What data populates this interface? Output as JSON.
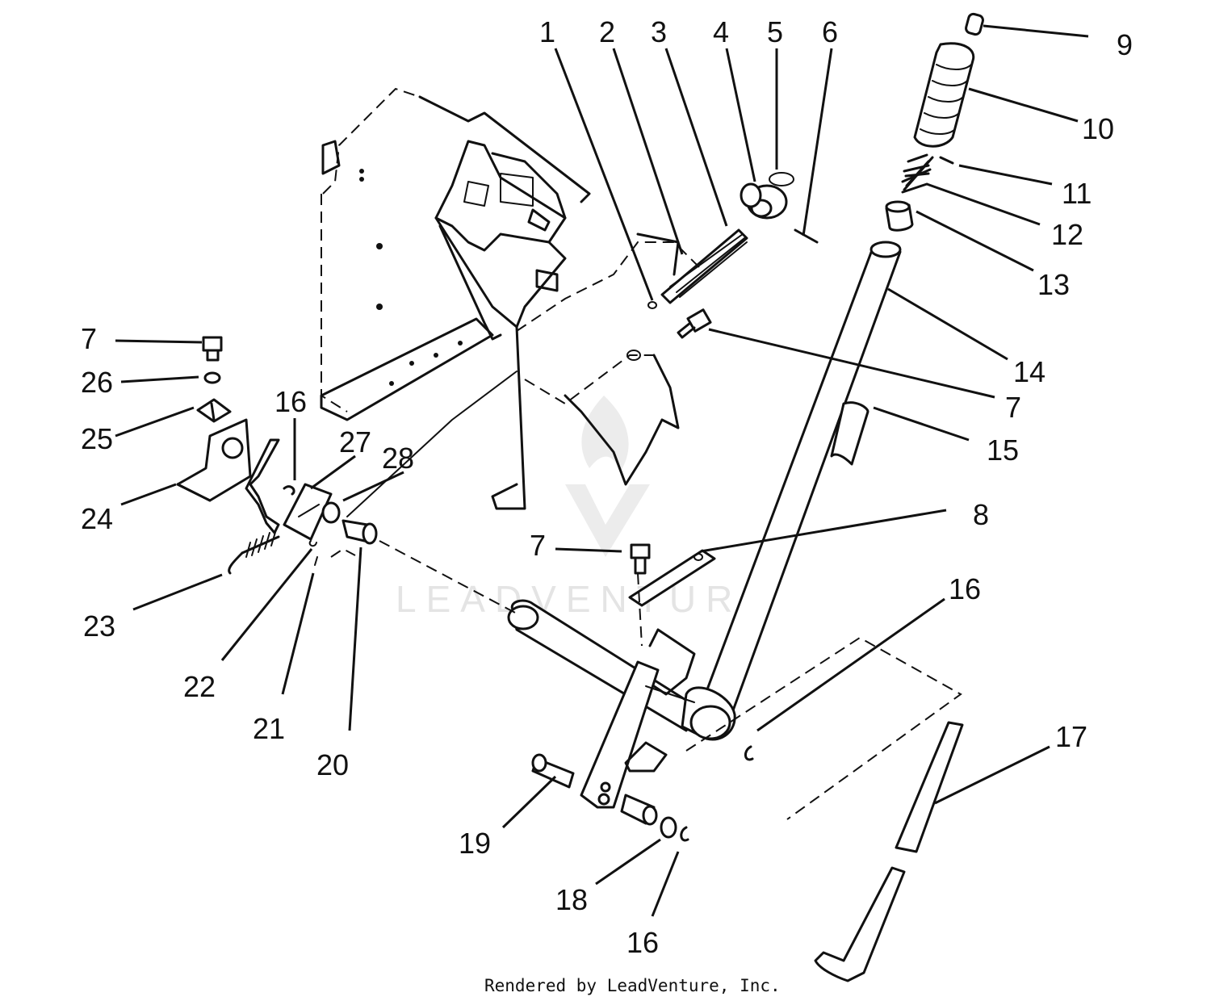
{
  "diagram": {
    "callouts": [
      "1",
      "2",
      "3",
      "4",
      "5",
      "6",
      "9",
      "10",
      "11",
      "12",
      "13",
      "14",
      "7",
      "15",
      "8",
      "16",
      "17",
      "7",
      "26",
      "25",
      "24",
      "16",
      "27",
      "28",
      "23",
      "22",
      "21",
      "20",
      "7",
      "19",
      "18",
      "16"
    ],
    "footer": "Rendered by LeadVenture, Inc.",
    "watermark": "LEADVENTURE"
  }
}
